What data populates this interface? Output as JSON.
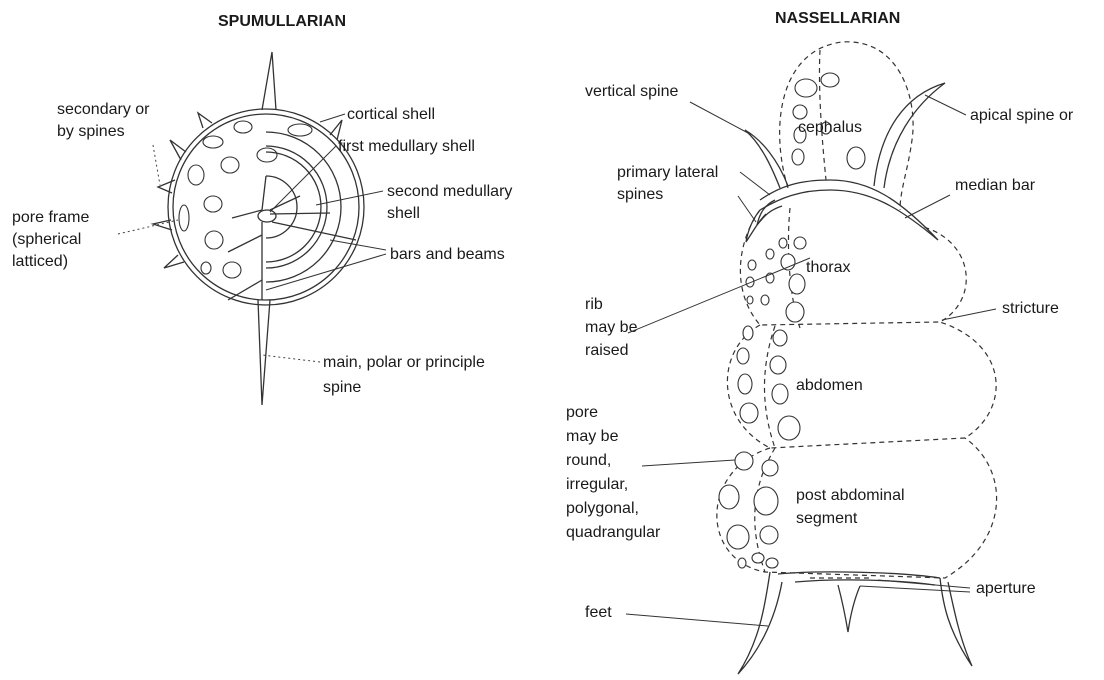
{
  "spumullarian": {
    "title": "SPUMULLARIAN",
    "labels": {
      "secondary_l1": "secondary or",
      "secondary_l2": "by spines",
      "cortical_shell": "cortical shell",
      "first_medullary": "first medullary shell",
      "second_medullary_l1": "second medullary",
      "second_medullary_l2": "shell",
      "pore_frame_l1": "pore frame",
      "pore_frame_l2": "(spherical",
      "pore_frame_l3": "latticed)",
      "bars_beams": "bars and beams",
      "main_spine_l1": "main, polar or principle",
      "main_spine_l2": "spine"
    }
  },
  "nassellarian": {
    "title": "NASSELLARIAN",
    "labels": {
      "vertical_spine": "vertical spine",
      "cephalus": "cephalus",
      "apical_spine": "apical spine or",
      "primary_lateral_l1": "primary lateral",
      "primary_lateral_l2": "spines",
      "median_bar": "median bar",
      "thorax": "thorax",
      "rib_l1": "rib",
      "rib_l2": "may be",
      "rib_l3": "raised",
      "stricture": "stricture",
      "abdomen": "abdomen",
      "pore_l1": "pore",
      "pore_l2": "may be",
      "pore_l3": "round,",
      "pore_l4": "irregular,",
      "pore_l5": "polygonal,",
      "pore_l6": "quadrangular",
      "post_abdominal_l1": "post abdominal",
      "post_abdominal_l2": "segment",
      "aperture": "aperture",
      "feet": "feet"
    }
  }
}
